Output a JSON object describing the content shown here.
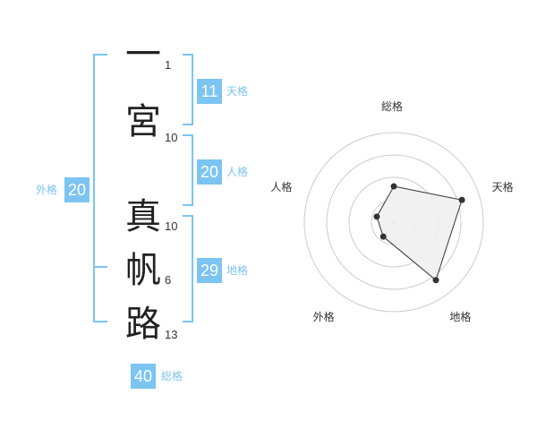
{
  "name": {
    "characters": [
      {
        "char": "一",
        "strokes": "1"
      },
      {
        "char": "宮",
        "strokes": "10"
      },
      {
        "char": "真",
        "strokes": "10"
      },
      {
        "char": "帆",
        "strokes": "6"
      },
      {
        "char": "路",
        "strokes": "13"
      }
    ]
  },
  "fortunes": {
    "tenkaku": {
      "value": "11",
      "label": "天格"
    },
    "jinkaku": {
      "value": "20",
      "label": "人格"
    },
    "chikaku": {
      "value": "29",
      "label": "地格"
    },
    "gaikaku": {
      "value": "20",
      "label": "外格"
    },
    "soukaku": {
      "value": "40",
      "label": "総格"
    }
  },
  "colors": {
    "accent": "#7cc4f2",
    "text": "#222222",
    "radar_fill": "#f0f0f0",
    "radar_line": "#333333"
  },
  "chart_data": {
    "type": "radar",
    "axes": [
      "総格",
      "天格",
      "地格",
      "外格",
      "人格"
    ],
    "values": [
      2,
      4,
      4,
      1,
      1
    ],
    "max": 5,
    "rings": 4
  }
}
